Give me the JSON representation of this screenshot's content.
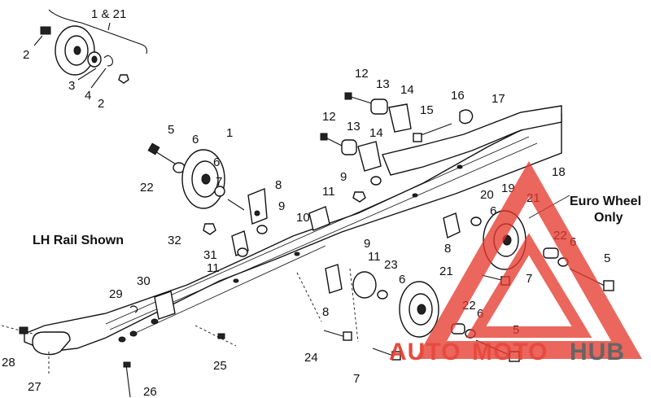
{
  "diagram": {
    "group_label": "1 & 21",
    "side_label": "LH Rail Shown",
    "euro_label_line1": "Euro Wheel",
    "euro_label_line2": "Only"
  },
  "callouts": [
    "2",
    "3",
    "4",
    "2",
    "5",
    "6",
    "1",
    "22",
    "6",
    "7",
    "8",
    "9",
    "10",
    "32",
    "31",
    "11",
    "12",
    "13",
    "14",
    "12",
    "13",
    "14",
    "9",
    "11",
    "15",
    "16",
    "17",
    "18",
    "20",
    "19",
    "21",
    "6",
    "8",
    "22",
    "6",
    "5",
    "9",
    "11",
    "23",
    "6",
    "21",
    "7",
    "30",
    "29",
    "8",
    "22",
    "6",
    "24",
    "5",
    "28",
    "27",
    "26",
    "25",
    "7"
  ],
  "watermark": {
    "part1": "AUTO",
    "part2": "MOTO",
    "part3": "HUB",
    "color_red": "#e5372b",
    "color_gray": "#555555"
  }
}
